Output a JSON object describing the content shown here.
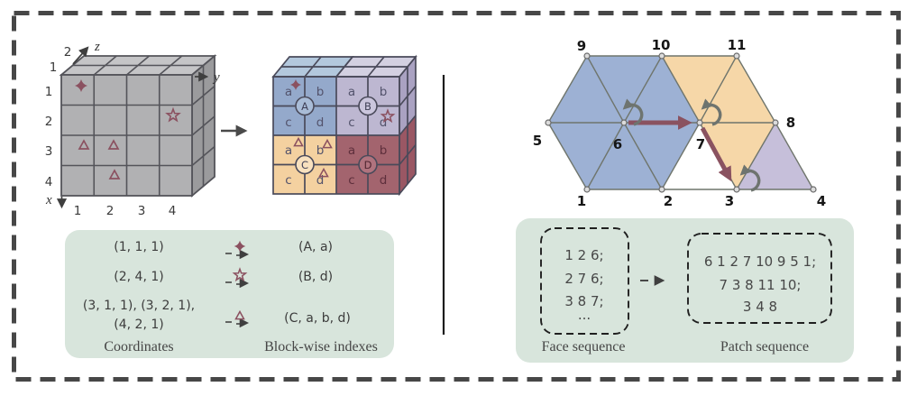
{
  "colors": {
    "legend_bg": "#d8e5dc",
    "symbol": "#8b5160",
    "thick_arrow": "#8a5260",
    "mesh_edge": "#6f756c"
  },
  "left": {
    "voxel_grid": {
      "axes": {
        "x": "x",
        "y": "y",
        "z": "z"
      },
      "row_labels": [
        "1",
        "2",
        "3",
        "4"
      ],
      "col_labels": [
        "1",
        "2",
        "3",
        "4"
      ],
      "depth_labels": [
        "1",
        "2"
      ],
      "markers": [
        {
          "symbol": "four-point-star",
          "cells": [
            "(1,1)"
          ]
        },
        {
          "symbol": "five-point-star",
          "cells": [
            "(2,4)"
          ]
        },
        {
          "symbol": "triangle",
          "cells": [
            "(3,1)",
            "(3,2)",
            "(4,2)"
          ]
        }
      ]
    },
    "block_cube": {
      "blocks": [
        {
          "label": "A",
          "color": "#94a9cb",
          "cells": [
            "a",
            "b",
            "c",
            "d"
          ]
        },
        {
          "label": "B",
          "color": "#bdb7d1",
          "cells": [
            "a",
            "b",
            "c",
            "d"
          ]
        },
        {
          "label": "C",
          "color": "#f4d1a0",
          "cells": [
            "a",
            "b",
            "c",
            "d"
          ]
        },
        {
          "label": "D",
          "color": "#a3646e",
          "cells": [
            "a",
            "b",
            "c",
            "d"
          ]
        }
      ]
    },
    "legend": {
      "rows": [
        {
          "coords": [
            "(1, 1, 1)"
          ],
          "symbol": "four-point-star",
          "index": "(A, a)"
        },
        {
          "coords": [
            "(2, 4, 1)"
          ],
          "symbol": "five-point-star",
          "index": "(B, d)"
        },
        {
          "coords": [
            "(3, 1, 1), (3, 2, 1),",
            "(4, 2, 1)"
          ],
          "symbol": "triangle",
          "index": "(C, a, b, d)"
        }
      ],
      "coords_label": "Coordinates",
      "index_label": "Block-wise indexes"
    }
  },
  "right": {
    "mesh": {
      "vertex_labels": [
        "1",
        "2",
        "3",
        "4",
        "5",
        "6",
        "7",
        "8",
        "9",
        "10",
        "11"
      ],
      "patch_colors": {
        "blue": "#9db1d4",
        "orange": "#f6d7a8",
        "purple": "#c6bfda"
      }
    },
    "sequences": {
      "face": {
        "lines": [
          "1 2 6;",
          "2 7 6;",
          "3 8 7;",
          "..."
        ],
        "label": "Face sequence"
      },
      "patch": {
        "lines": [
          "6 1 2 7 10 9 5 1;",
          "7 3 8 11 10;",
          "3 4 8"
        ],
        "label": "Patch sequence"
      }
    }
  }
}
